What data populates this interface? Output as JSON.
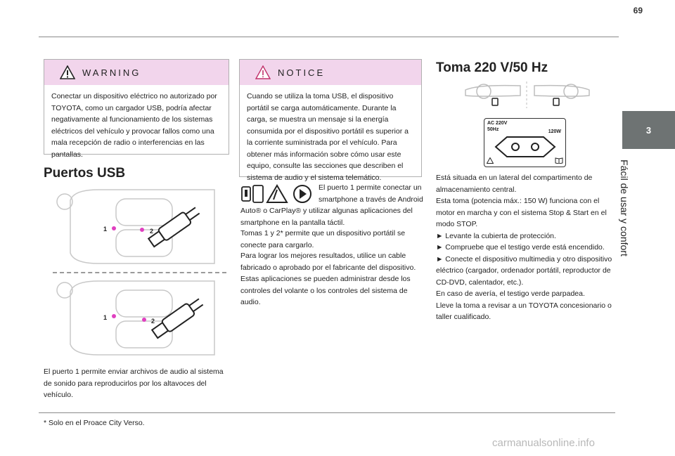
{
  "page": {
    "number": "69"
  },
  "side": {
    "chapter_number": "3",
    "chapter_title": "Fácil de usar y confort"
  },
  "warning": {
    "title": "WARNING",
    "text": "Conectar un dispositivo eléctrico no autorizado por TOYOTA, como un cargador USB, podría afectar negativamente al funcionamiento de los sistemas eléctricos del vehículo y provocar fallos como una mala recepción de radio o interferencias en las pantallas."
  },
  "usb": {
    "heading": "Puertos USB",
    "callout_1": "1",
    "callout_2": "2",
    "caption": "El puerto 1 permite enviar archivos de audio al sistema de sonido para reproducirlos por los altavoces del vehículo."
  },
  "notice": {
    "title": "NOTICE",
    "text": "Cuando se utiliza la toma USB, el dispositivo portátil se carga automáticamente. Durante la carga, se muestra un mensaje si la energía consumida por el dispositivo portátil es superior a la corriente suministrada por el vehículo. Para obtener más información sobre cómo usar este equipo, consulte las secciones que describen el sistema de audio y el sistema telemático."
  },
  "middle": {
    "intro_right": "El puerto 1 permite conectar un smartphone a través de Android",
    "line2": "Auto® o CarPlay® y utilizar algunas aplicaciones del smartphone en la pantalla táctil.",
    "line3": "Tomas 1 y 2* permite que un dispositivo portátil se conecte para cargarlo.",
    "line4": "Para lograr los mejores resultados, utilice un cable fabricado o aprobado por el fabricante del dispositivo. Estas aplicaciones se pueden administrar desde los controles del volante o los controles del sistema de audio."
  },
  "socket": {
    "heading": "Toma 220 V/50 Hz",
    "plate_line1": "AC 220V",
    "plate_line2": "50Hz",
    "plate_power": "120W",
    "lines": [
      "Está situada en un lateral del compartimento de almacenamiento central.",
      "Esta toma (potencia máx.: 150 W) funciona con el motor en marcha y con el sistema Stop & Start en el modo STOP.",
      "► Levante la cubierta de protección.",
      "► Compruebe que el testigo verde está encendido.",
      "► Conecte el dispositivo multimedia y otro dispositivo eléctrico (cargador, ordenador portátil, reproductor de CD-DVD, calentador, etc.).",
      "En caso de avería, el testigo verde parpadea.",
      "Lleve la toma a revisar a un TOYOTA concesionario o taller cualificado."
    ]
  },
  "footnote": "* Solo en el Proace City Verso.",
  "watermark": "carmanualsonline.info",
  "colors": {
    "box_head": "#f2d5ec",
    "callout_dot": "#e040c0",
    "side_tab": "#6e7373"
  }
}
